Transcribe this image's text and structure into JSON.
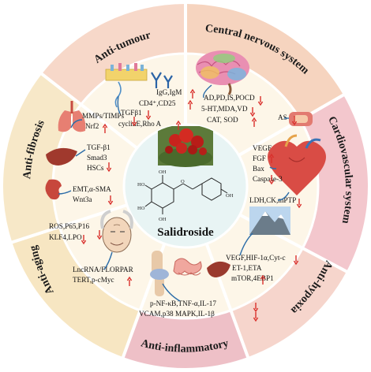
{
  "center": {
    "title": "Salidroside"
  },
  "sectors": {
    "anti_tumour": {
      "title": "Anti-tumour",
      "items": [
        "IgG,IgM",
        "CD4⁺,CD25",
        "TGFβ1",
        "cyclinE,Rho A"
      ]
    },
    "cns": {
      "title": "Central nervous system",
      "items": [
        "AD,PD,IS,POCD",
        "5-HT,MDA,VD",
        "CAT, SOD"
      ]
    },
    "cardio": {
      "title": "Cardiovascular system",
      "items": [
        "AS",
        "VEGF",
        "FGF",
        "Bax",
        "Caspase-3",
        "LDH,CK,mPTP"
      ]
    },
    "hypoxia": {
      "title": "Anti-hypoxia",
      "items": [
        "VEGF,HIF-1α,Cyt-c",
        "ET-1,ETA",
        "mTOR,4EBP1"
      ]
    },
    "inflammatory": {
      "title": "Anti-inflammatory",
      "items": [
        "p-NF-κB,TNF-α,IL-17",
        "VCAM,p38 MAPK,IL-1β"
      ]
    },
    "aging": {
      "title": "Anti-aging",
      "items": [
        "ROS,P65,P16",
        "KLF4,LPO",
        "LncRNA/FLORPAR",
        "TERT,p-cMyc"
      ]
    },
    "fibrosis": {
      "title": "Anti-fibrosis",
      "items": [
        "MMPs/TIMPs",
        "Nrf2",
        "TGF-β1",
        "Smad3",
        "HSCs",
        "EMT,α-SMA",
        "Wnt3a"
      ]
    }
  },
  "colors": {
    "ring_tumour": "#f7d8c9",
    "ring_cns": "#f6d4bf",
    "ring_cardio": "#f3c7cd",
    "ring_hypoxia": "#f6d5cc",
    "ring_inflam": "#eec0c7",
    "ring_aging": "#f7e6c2",
    "ring_fibrosis": "#f7e8c8",
    "inner": "#fdf6e8",
    "center_bg": "#e8f4f4",
    "divider": "#ffffff",
    "up_arrow": "#d9302c",
    "down_arrow": "#d9302c",
    "connector": "#2b6ca8"
  }
}
